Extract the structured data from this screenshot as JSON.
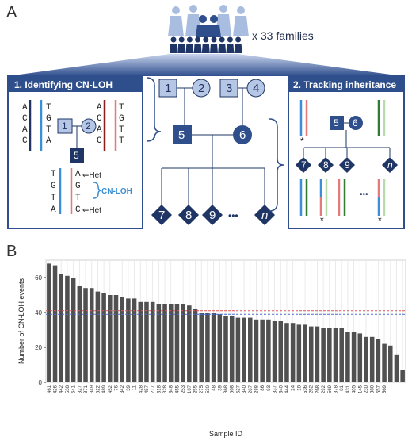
{
  "panel_a": {
    "label": "A",
    "families_text": "x 33 families",
    "box1_title": "1. Identifying CN-LOH",
    "box2_title": "2. Tracking inheritance",
    "cnloh_label": "CN-LOH",
    "het_label": "Het",
    "ellipsis": "•••",
    "asterisk": "*",
    "left_bases": [
      "A",
      "C",
      "A",
      "C"
    ],
    "mid_bases": [
      "T",
      "G",
      "T",
      "A"
    ],
    "right_bases": [
      "A",
      "C",
      "A",
      "C"
    ],
    "right2_bases": [
      "T",
      "G",
      "T",
      "T"
    ],
    "child_left_bases": [
      "T",
      "G",
      "T",
      "A"
    ],
    "child_right_bases": [
      "A",
      "G",
      "T",
      "C"
    ],
    "pedigree": {
      "gp1": "1",
      "gp2": "2",
      "gp3": "3",
      "gp4": "4",
      "father": "5",
      "mother": "6",
      "children": [
        "7",
        "8",
        "9",
        "n"
      ]
    }
  },
  "panel_b": {
    "label": "B"
  },
  "chart_data": {
    "type": "bar",
    "xlabel": "Sample ID",
    "ylabel": "Number of CN-LOH events",
    "ylim": [
      0,
      70
    ],
    "yticks": [
      0,
      20,
      40,
      60
    ],
    "reference_lines": [
      {
        "value": 41,
        "color": "#e05555",
        "style": "dashed"
      },
      {
        "value": 39,
        "color": "#4a6fd0",
        "style": "dashed"
      }
    ],
    "bar_color": "#505050",
    "categories": [
      "461",
      "426",
      "442",
      "538",
      "541",
      "327",
      "371",
      "349",
      "522",
      "489",
      "452",
      "76",
      "342",
      "39",
      "11",
      "428",
      "457",
      "217",
      "318",
      "328",
      "348",
      "455",
      "253",
      "107",
      "255",
      "275",
      "530",
      "48",
      "39",
      "368",
      "508",
      "527",
      "340",
      "267",
      "288",
      "86",
      "93",
      "337",
      "340",
      "444",
      "24",
      "18",
      "536",
      "252",
      "268",
      "292",
      "569",
      "378",
      "81",
      "431",
      "405",
      "145",
      "230",
      "380",
      "557",
      "569"
    ],
    "values": [
      68,
      67,
      62,
      61,
      60,
      55,
      54,
      54,
      52,
      51,
      50,
      50,
      49,
      48,
      48,
      46,
      46,
      46,
      45,
      45,
      45,
      45,
      45,
      44,
      42,
      40,
      40,
      40,
      39,
      38,
      38,
      37,
      37,
      37,
      36,
      36,
      36,
      35,
      35,
      34,
      34,
      33,
      33,
      32,
      32,
      31,
      31,
      31,
      31,
      29,
      29,
      28,
      26,
      26,
      25,
      22,
      21,
      16,
      7
    ]
  }
}
